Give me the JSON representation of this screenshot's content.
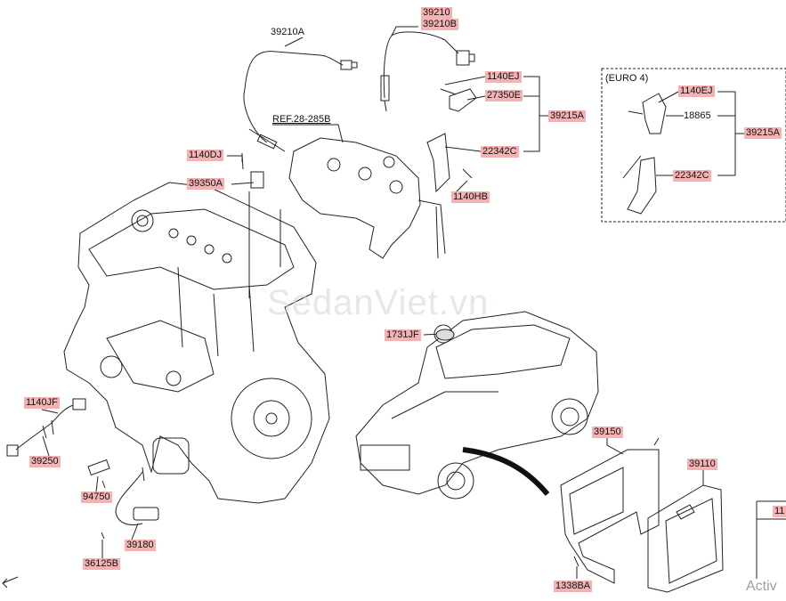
{
  "labels": {
    "p39210": "39210",
    "p39210B": "39210B",
    "p39210A": "39210A",
    "ref": "REF.28-285B",
    "p1140EJ_a": "1140EJ",
    "p27350E": "27350E",
    "p39215A_a": "39215A",
    "p22342C_a": "22342C",
    "p1140HB": "1140HB",
    "p1140DJ": "1140DJ",
    "p39350A": "39350A",
    "euro": "(EURO 4)",
    "p1140EJ_b": "1140EJ",
    "p18865": "18865",
    "p39215A_b": "39215A",
    "p22342C_b": "22342C",
    "p1731JF": "1731JF",
    "p1140JF": "1140JF",
    "p39250": "39250",
    "p94750": "94750",
    "p39180": "39180",
    "p36125B": "36125B",
    "p39150": "39150",
    "p39110": "39110",
    "p1338BA": "1338BA",
    "p11": "11",
    "watermark": "SedanViet.vn",
    "activ": "Activ"
  },
  "colors": {
    "tag_bg": "#f4b2b2",
    "line": "#222222",
    "watermark": "#cfd6dc"
  }
}
